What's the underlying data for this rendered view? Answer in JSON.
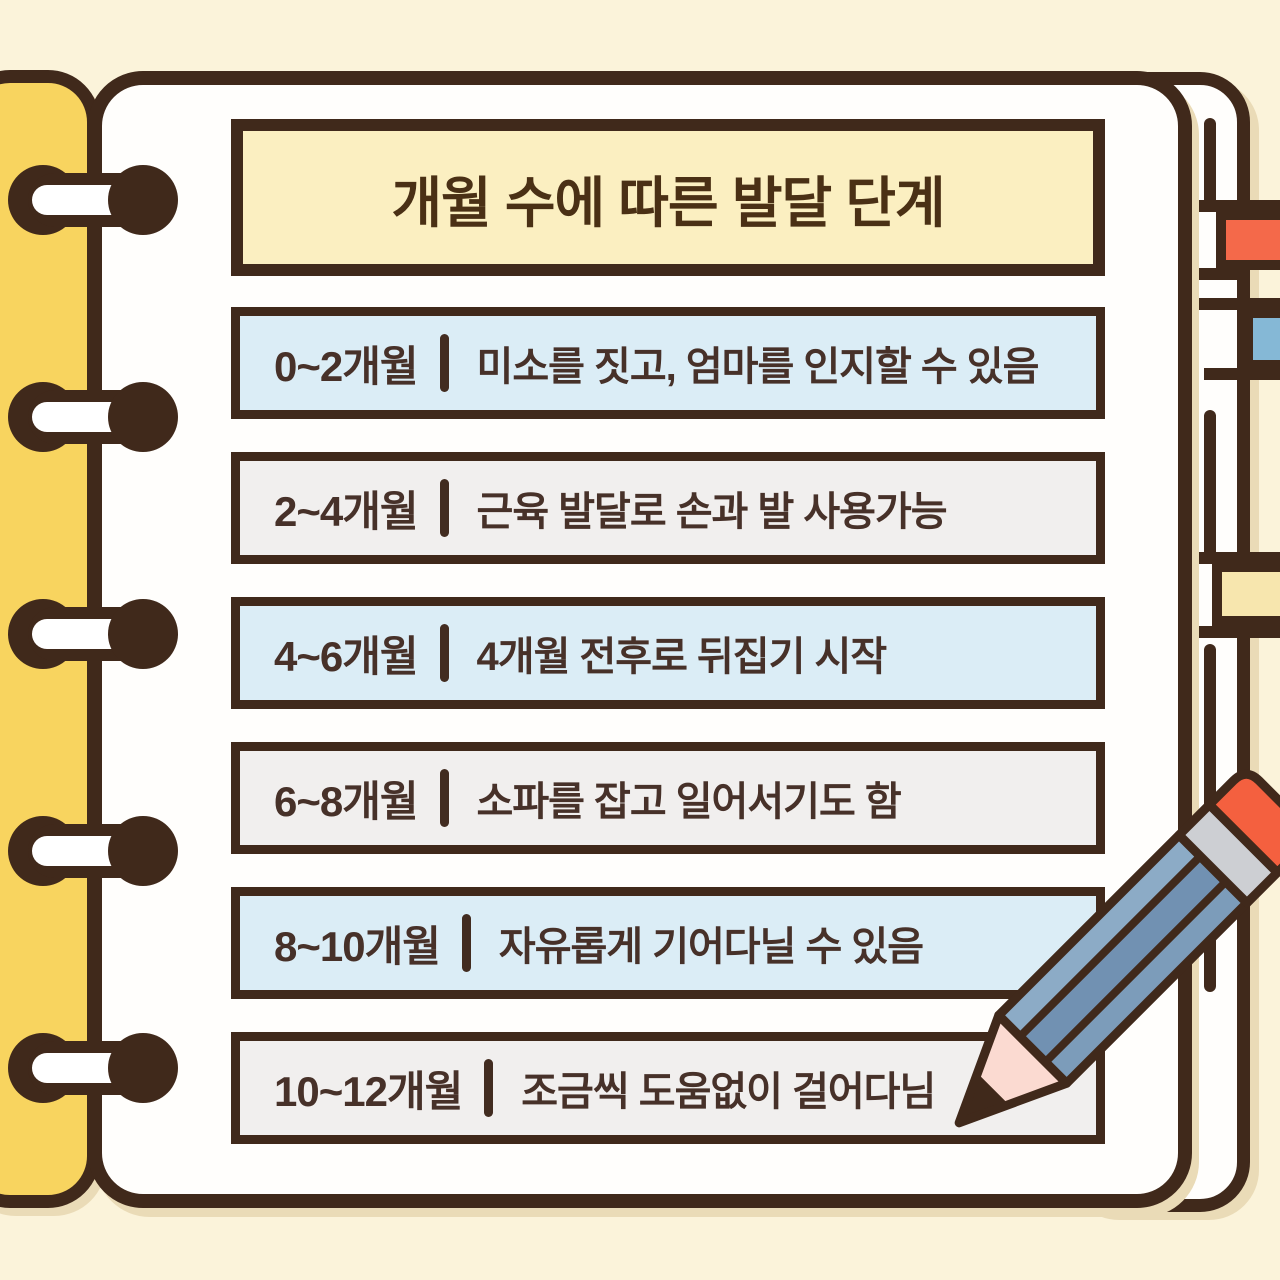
{
  "title": "개월 수에 따른 발달 단계",
  "rows": [
    {
      "range": "0~2개월",
      "description": "미소를 짓고, 엄마를 인지할 수 있음"
    },
    {
      "range": "2~4개월",
      "description": "근육 발달로 손과 발 사용가능"
    },
    {
      "range": "4~6개월",
      "description": "4개월 전후로 뒤집기 시작"
    },
    {
      "range": "6~8개월",
      "description": "소파를 잡고 일어서기도 함"
    },
    {
      "range": "8~10개월",
      "description": "자유롭게 기어다닐 수 있음"
    },
    {
      "range": "10~12개월",
      "description": "조금씩 도움없이 걸어다님"
    }
  ],
  "colors": {
    "background": "#FBF3DA",
    "cover_yellow": "#F8D45F",
    "outline_brown": "#40291B",
    "page_white": "#FFFEFC",
    "title_fill": "#FBEFC1",
    "row_blue": "#DBEDF6",
    "row_gray": "#F1EFEE",
    "text_brown": "#473129",
    "tab_orange": "#F4694A",
    "tab_blue": "#85B8D6",
    "tab_yellow": "#F7E6AE",
    "pencil_body": "#7C9CBA",
    "pencil_eraser": "#F4603F"
  },
  "decor": {
    "binder_ring_count": 5,
    "tabs": [
      "orange",
      "blue",
      "yellow"
    ],
    "illustration": "pencil"
  }
}
